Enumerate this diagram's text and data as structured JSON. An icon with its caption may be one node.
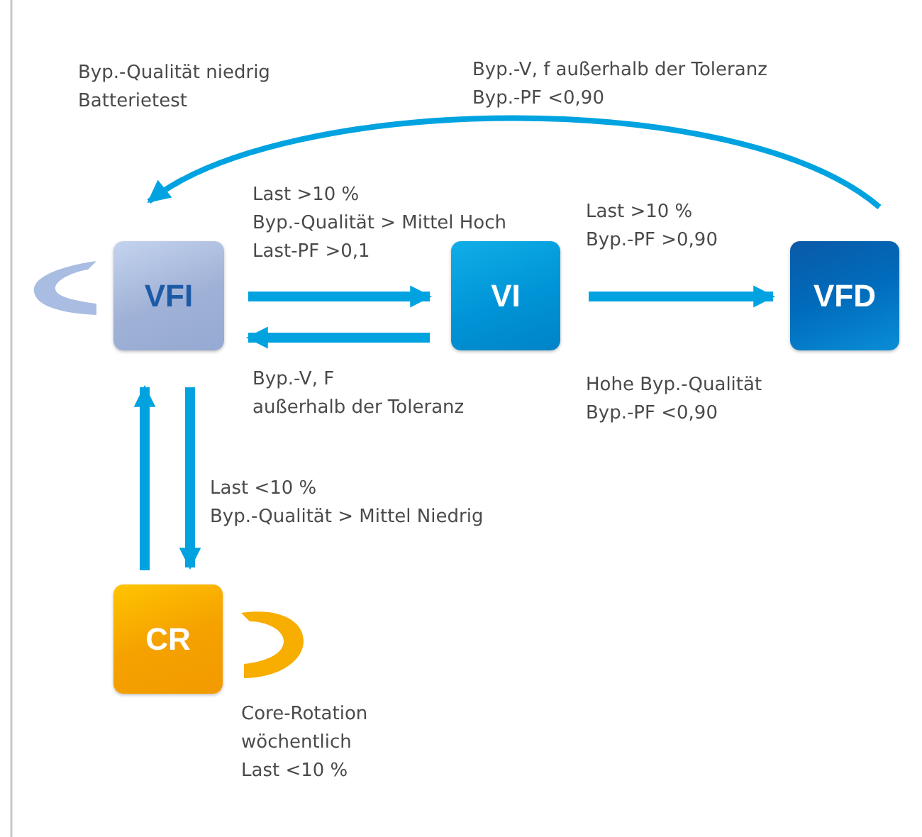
{
  "diagram": {
    "nodes": [
      {
        "text": [
          "VFI"
        ]
      },
      {
        "text": [
          "VI"
        ]
      },
      {
        "text": [
          "VFD"
        ]
      },
      {
        "text": [
          "CR"
        ],
        "beside": [
          "Core-Rotation wöchentlich Last <10 %"
        ]
      }
    ],
    "edges": [
      {
        "from": 0,
        "to": 1,
        "arrow": "to",
        "label": "Last >10 % Byp.-Qualität > Mittel Hoch Last-PF >0,1"
      },
      {
        "from": 1,
        "to": 0,
        "arrow": "to",
        "label": "Byp.-V, F außerhalb der Toleranz"
      },
      {
        "from": 1,
        "to": 2,
        "arrow": "to",
        "label": "Last >10 % Byp.-PF >0,90"
      },
      {
        "from": 2,
        "to": 0,
        "arrow": "to",
        "label": "Byp.-V, f außerhalb der Toleranz Byp.-PF <0,90"
      },
      {
        "from": 3,
        "to": 0,
        "arrow": "to"
      },
      {
        "from": 0,
        "to": 3,
        "arrow": "to",
        "label": "Last <10 % Byp.-Qualität > Mittel Niedrig"
      }
    ],
    "labels": [
      "Byp.-Qualität niedrig Batterietest",
      "Hohe Byp.-Qualität Byp.-PF <0,90"
    ]
  }
}
